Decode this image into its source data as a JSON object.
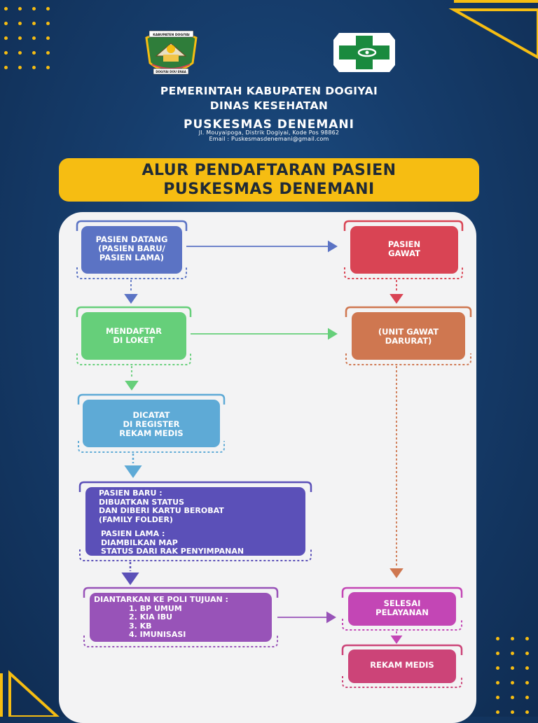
{
  "header": {
    "logo_left_banner": "KABUPATEN DOGIYAI",
    "logo_left_motto": "DOGIYAI DOU ENAA",
    "line1": "PEMERINTAH KABUPATEN DOGIYAI",
    "line2": "DINAS KESEHATAN",
    "line3": "PUSKESMAS DENEMANI",
    "address": "Jl. Mouyaipoga, Distrik Dogiyai, Kode Pos 98862",
    "email": "Email : Puskesmasdenemani@gmail.com"
  },
  "banner": {
    "line1": "ALUR PENDAFTARAN PASIEN",
    "line2": "PUSKESMAS DENEMANI"
  },
  "nodes": {
    "pasien_datang": {
      "lines": [
        "PASIEN DATANG",
        "(PASIEN BARU/",
        "PASIEN LAMA)"
      ],
      "color": "#5b73c4"
    },
    "pasien_gawat": {
      "lines": [
        "PASIEN",
        "GAWAT"
      ],
      "color": "#d94454"
    },
    "mendaftar": {
      "lines": [
        "MENDAFTAR",
        "DI LOKET"
      ],
      "color": "#66cf7a"
    },
    "ugd": {
      "lines": [
        "(UNIT GAWAT",
        "DARURAT)"
      ],
      "color": "#cf7750"
    },
    "dicatat": {
      "lines": [
        "DICATAT",
        "DI REGISTER",
        "REKAM MEDIS"
      ],
      "color": "#5eaad6"
    },
    "pasien_baru": {
      "lines": [
        "PASIEN BARU :",
        "DIBUATKAN STATUS",
        "DAN DIBERI KARTU BEROBAT",
        "(FAMILY FOLDER)"
      ],
      "lines2": [
        "PASIEN LAMA :",
        "DIAMBILKAN MAP",
        "STATUS DARI RAK PENYIMPANAN"
      ],
      "color": "#5b50b8"
    },
    "poli": {
      "title": "DIANTARKAN KE POLI TUJUAN :",
      "items": [
        "1. BP UMUM",
        "2. KIA IBU",
        "3. KB",
        "4. IMUNISASI"
      ],
      "color": "#9853b8"
    },
    "selesai": {
      "lines": [
        "SELESAI",
        "PELAYANAN"
      ],
      "color": "#c346b5"
    },
    "rekam": {
      "lines": [
        "REKAM MEDIS"
      ],
      "color": "#cc4478"
    }
  },
  "colors": {
    "background": "#163d6c",
    "accent": "#f6bd12",
    "panel": "#f3f3f4"
  }
}
